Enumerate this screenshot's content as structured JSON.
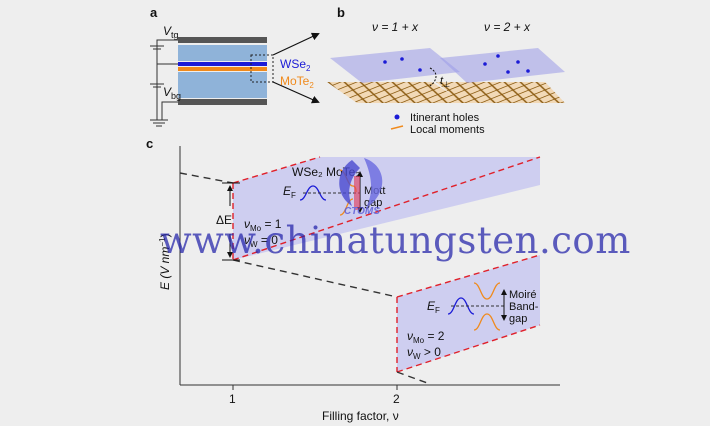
{
  "panels": {
    "a": "a",
    "b": "b",
    "c": "c"
  },
  "panel_a": {
    "vtg": "V",
    "vtg_sub": "tg",
    "vbg": "V",
    "vbg_sub": "bg",
    "wse2": "WSe",
    "wse2_sub": "2",
    "mote2": "MoTe",
    "mote2_sub": "2",
    "colors": {
      "gate": "#505050",
      "dielectric": "#8fb3d9",
      "wse2": "#1b1bd6",
      "mote2": "#f08a1c"
    }
  },
  "panel_b": {
    "left_title": "ν = 1 + x",
    "right_title": "ν = 2 + x",
    "t_perp": "t",
    "t_perp_sub": "⊥",
    "legend": [
      {
        "icon": "blue-dot",
        "label": "Itinerant holes"
      },
      {
        "icon": "orange-dash",
        "label": "Local moments"
      }
    ]
  },
  "panel_c": {
    "ylabel": "E (V nm",
    "ylabel_sup": "−1",
    "ylabel_close": ")",
    "xlabel": "Filling factor, ν",
    "xticks": [
      "1",
      "2"
    ],
    "delta_e": "ΔE",
    "region1": {
      "nu_mo": "ν",
      "nu_mo_sub": "Mo",
      "nu_mo_val": " = 1",
      "nu_w": "ν",
      "nu_w_sub": "W",
      "nu_w_val": " = 0",
      "layers": "WSe₂ MoTe₂",
      "ef": "E",
      "ef_sub": "F",
      "gap": [
        "Mott",
        "gap"
      ]
    },
    "region2": {
      "nu_mo": "ν",
      "nu_mo_sub": "Mo",
      "nu_mo_val": " = 2",
      "nu_w": "ν",
      "nu_w_sub": "W",
      "nu_w_val": " > 0",
      "ef": "E",
      "ef_sub": "F",
      "gap": [
        "Moiré",
        "Band-",
        "gap"
      ]
    },
    "colors": {
      "region_fill": "#c8c8f0",
      "boundary": "#e0202a",
      "dashed": "#333333"
    }
  },
  "watermark": {
    "text": "www.chinatungsten.com",
    "logo_text": "CTOMS"
  }
}
